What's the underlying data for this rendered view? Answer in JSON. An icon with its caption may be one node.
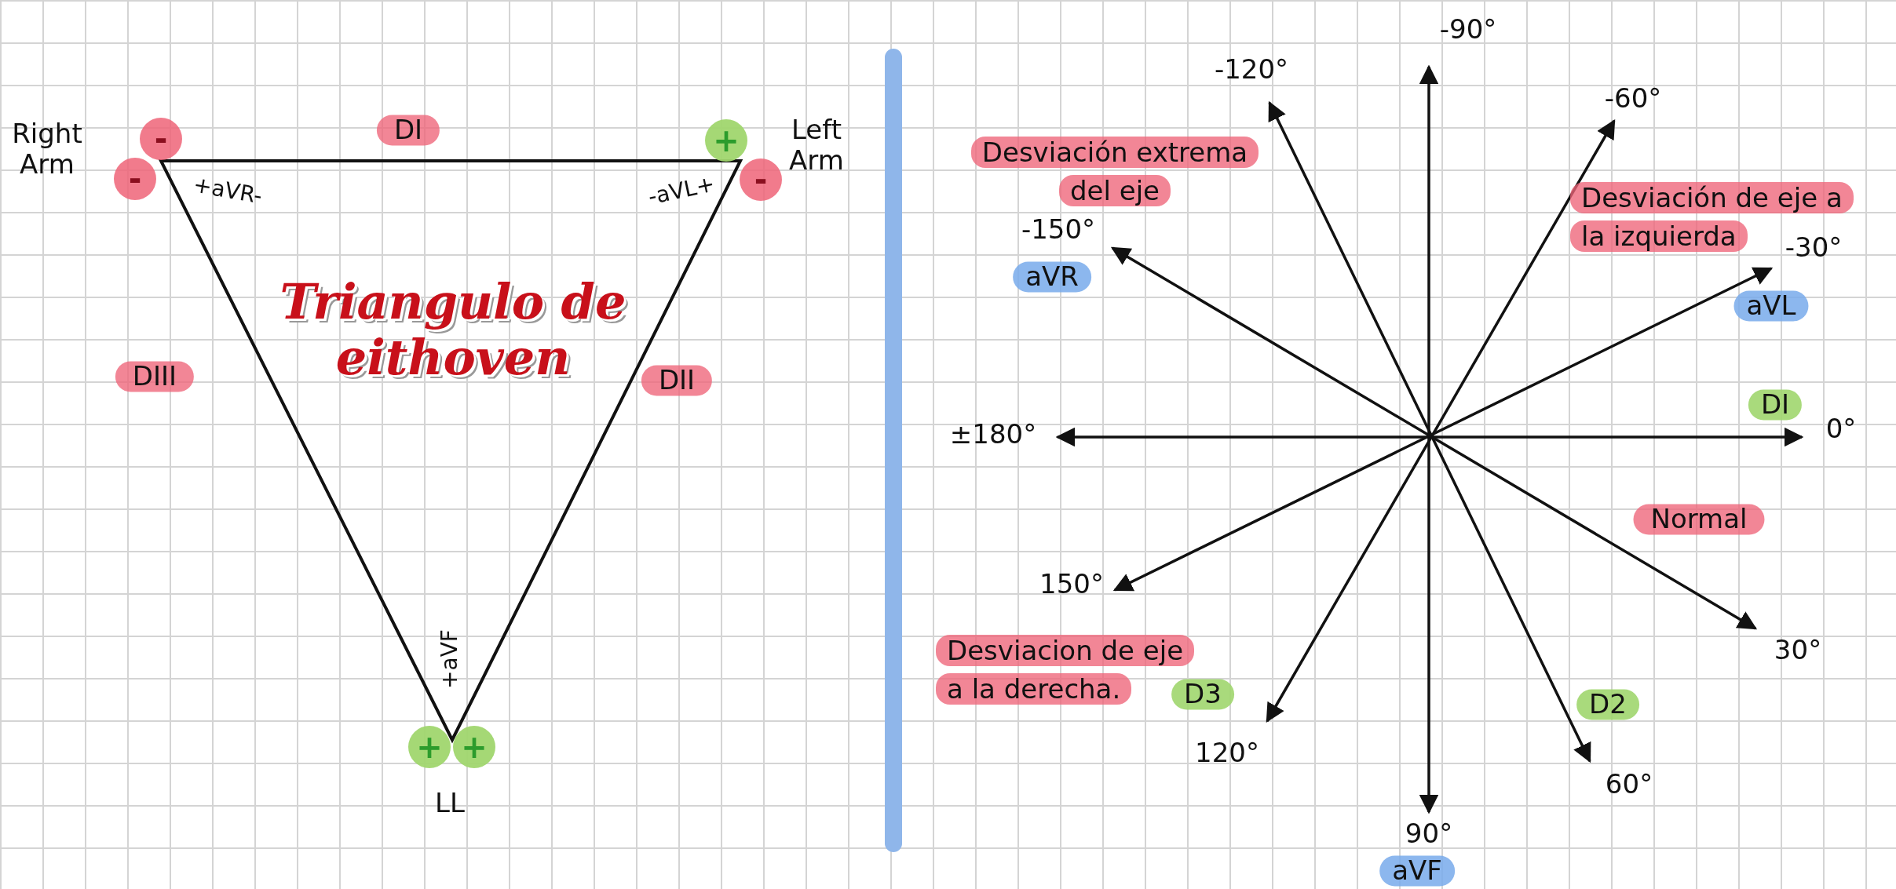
{
  "diagram": {
    "title": "Triangulo de eithoven",
    "nodes": [
      {
        "text": [],
        "shape": "bar"
      }
    ],
    "labels": [
      "Right Arm",
      "-",
      "DI",
      "+",
      "Left Arm",
      "-",
      "-",
      "+aVR-",
      "-aVL+",
      "DIII",
      "DII",
      "+aVF",
      "+",
      "+",
      "LL",
      "-90°",
      "-120°",
      "-60°",
      "Desviación extrema del eje",
      "Desviación de eje a la izquierda",
      "-150°",
      "aVR",
      "-30°",
      "aVL",
      "DI",
      "±180°",
      "0°",
      "Normal",
      "150°",
      "30°",
      "Desviacion de eje a la derecha.",
      "D3",
      "D2",
      "120°",
      "60°",
      "90°",
      "aVF"
    ]
  }
}
